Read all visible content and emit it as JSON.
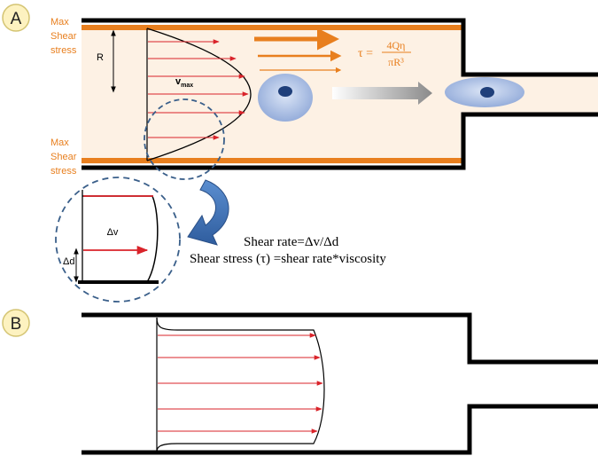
{
  "panels": {
    "a": {
      "letter": "A"
    },
    "b": {
      "letter": "B"
    }
  },
  "labels": {
    "max_shear_top": [
      "Max",
      "Shear",
      "stress"
    ],
    "max_shear_bottom": [
      "Max",
      "Shear",
      "stress"
    ],
    "radius": "R",
    "vmax_base": "v",
    "vmax_sub": "max",
    "tau_lhs": "τ =",
    "tau_num": "4Qη",
    "tau_den": "πR³",
    "delta_v": "Δv",
    "delta_d": "Δd",
    "shear_rate": "Shear rate=Δv/Δd",
    "shear_stress": "Shear stress (τ) =shear rate*viscosity"
  },
  "colors": {
    "wall": "#000000",
    "shear_band": "#e87f1e",
    "lumen_fill": "#fdf1e4",
    "velocity_arrow": "#d9232a",
    "flow_arrow": "#e87f1e",
    "cell_fill": "#b8c9ea",
    "cell_nucleus": "#1f3f7a",
    "zoom_circle": "#3a5f8a",
    "curved_arrow": "#3e6eb0",
    "badge_fill": "#fdf2c0",
    "badge_stroke": "#d4c472"
  },
  "icons": {
    "cell": "endothelial-cell-icon",
    "curved_arrow": "curved-arrow-icon"
  }
}
